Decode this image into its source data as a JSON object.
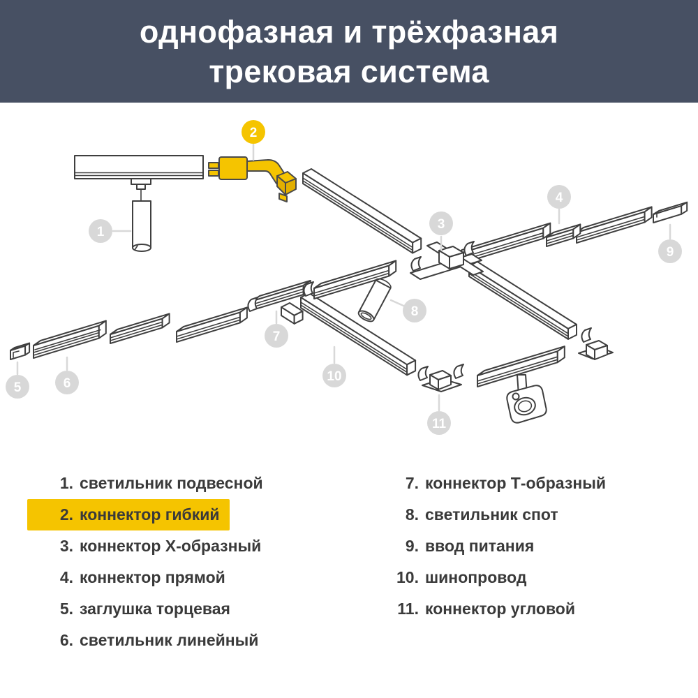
{
  "header": {
    "title_line1": "однофазная и трёхфазная",
    "title_line2": "трековая система"
  },
  "colors": {
    "header_bg": "#475063",
    "accent_yellow": "#F5C400",
    "accent_yellow_dark": "#E2AF00",
    "badge_gray": "#D8D8D8",
    "leader_gray": "#D8D8D8",
    "outline": "#3F3F3F",
    "text_dark": "#3A3A3A"
  },
  "diagram": {
    "badges": [
      {
        "label": "1",
        "color": "gray",
        "highlighted": false
      },
      {
        "label": "2",
        "color": "yellow",
        "highlighted": true
      },
      {
        "label": "3",
        "color": "gray",
        "highlighted": false
      },
      {
        "label": "4",
        "color": "gray",
        "highlighted": false
      },
      {
        "label": "5",
        "color": "gray",
        "highlighted": false
      },
      {
        "label": "6",
        "color": "gray",
        "highlighted": false
      },
      {
        "label": "7",
        "color": "gray",
        "highlighted": false
      },
      {
        "label": "8",
        "color": "gray",
        "highlighted": false
      },
      {
        "label": "9",
        "color": "gray",
        "highlighted": false
      },
      {
        "label": "10",
        "color": "gray",
        "highlighted": false
      },
      {
        "label": "11",
        "color": "gray",
        "highlighted": false
      }
    ]
  },
  "legend": {
    "left": [
      {
        "num": "1.",
        "label": "светильник подвесной",
        "highlight": false
      },
      {
        "num": "2.",
        "label": "коннектор гибкий",
        "highlight": true
      },
      {
        "num": "3.",
        "label": "коннектор Х-образный",
        "highlight": false
      },
      {
        "num": "4.",
        "label": "коннектор прямой",
        "highlight": false
      },
      {
        "num": "5.",
        "label": "заглушка торцевая",
        "highlight": false
      },
      {
        "num": "6.",
        "label": "светильник линейный",
        "highlight": false
      }
    ],
    "right": [
      {
        "num": "7.",
        "label": "коннектор Т-образный",
        "highlight": false
      },
      {
        "num": "8.",
        "label": "светильник спот",
        "highlight": false
      },
      {
        "num": "9.",
        "label": "ввод питания",
        "highlight": false
      },
      {
        "num": "10.",
        "label": "шинопровод",
        "highlight": false
      },
      {
        "num": "11.",
        "label": "коннектор угловой",
        "highlight": false
      }
    ]
  }
}
